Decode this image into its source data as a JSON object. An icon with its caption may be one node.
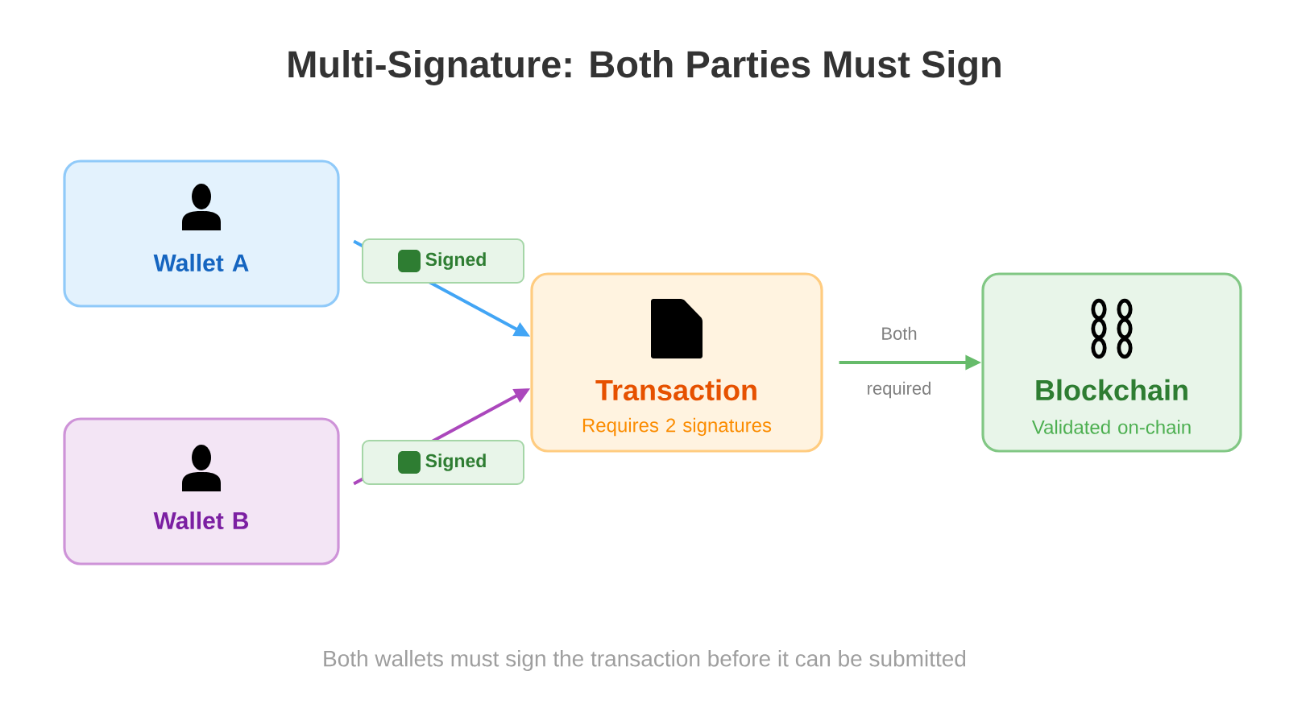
{
  "diagram": {
    "title": "Multi-Signature: Both Parties Must Sign",
    "caption": "Both wallets must sign the transaction before it can be submitted",
    "nodes": [
      {
        "text": [
          "Wallet A"
        ]
      },
      {
        "text": [
          "Wallet B"
        ]
      },
      {
        "text": [
          "Transaction",
          "Requires 2 signatures"
        ]
      },
      {
        "text": [
          "Blockchain",
          "Validated on-chain"
        ]
      }
    ],
    "edges": [
      {
        "from": 0,
        "to": 2,
        "arrow": "to",
        "label": "Signed",
        "color": "#42a5f5"
      },
      {
        "from": 1,
        "to": 2,
        "arrow": "to",
        "label": "Signed",
        "color": "#ab47bc"
      },
      {
        "from": 2,
        "to": 3,
        "arrow": "to",
        "label": "Both required",
        "color": "#66bb6a"
      }
    ]
  }
}
